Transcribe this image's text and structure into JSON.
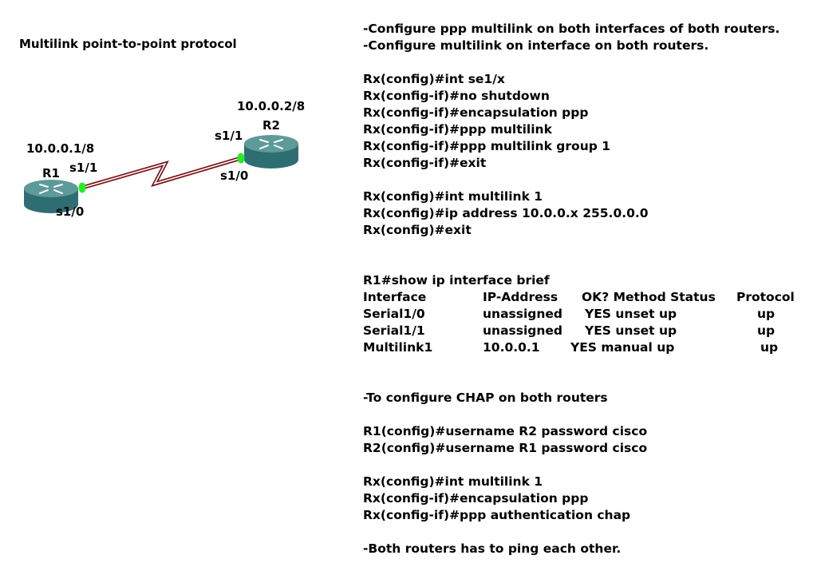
{
  "title": "Multilink point-to-point protocol",
  "topology": {
    "r1": {
      "name": "R1",
      "ip": "10.0.0.1/8",
      "port_top": "s1/1",
      "port_bottom": "s1/0"
    },
    "r2": {
      "name": "R2",
      "ip": "10.0.0.2/8",
      "port_top": "s1/1",
      "port_bottom": "s1/0"
    },
    "colors": {
      "router_top": "#5e9a9a",
      "router_side": "#2e6e73",
      "link": "#7a1418",
      "port": "#22ee22"
    }
  },
  "instructions": {
    "intro": [
      "-Configure ppp multilink on both interfaces of both routers.",
      "-Configure multilink on interface on both routers."
    ],
    "serial_config": [
      "Rx(config)#int se1/x",
      "Rx(config-if)#no shutdown",
      "Rx(config-if)#encapsulation ppp",
      "Rx(config-if)#ppp multilink",
      "Rx(config-if)#ppp multilink group 1",
      "Rx(config-if)#exit"
    ],
    "multilink_config": [
      "Rx(config)#int multilink 1",
      "Rx(config)#ip address 10.0.0.x 255.0.0.0",
      "Rx(config)#exit"
    ],
    "show_command": "R1#show ip interface brief",
    "table": {
      "headers": [
        "Interface",
        "IP-Address",
        "OK? Method Status",
        "Protocol"
      ],
      "rows": [
        [
          "Serial1/0",
          "unassigned",
          "YES unset  up",
          "up"
        ],
        [
          "Serial1/1",
          "unassigned",
          "YES unset  up",
          "up"
        ],
        [
          "Multilink1",
          "10.0.0.1",
          "YES manual up",
          "up"
        ]
      ]
    },
    "chap_heading": "-To configure CHAP on both routers",
    "chap_users": [
      "R1(config)#username R2 password cisco",
      "R2(config)#username R1 password cisco"
    ],
    "chap_config": [
      "Rx(config)#int multilink 1",
      "Rx(config-if)#encapsulation ppp",
      "Rx(config-if)#ppp authentication chap"
    ],
    "final": "-Both routers has to ping each other."
  }
}
